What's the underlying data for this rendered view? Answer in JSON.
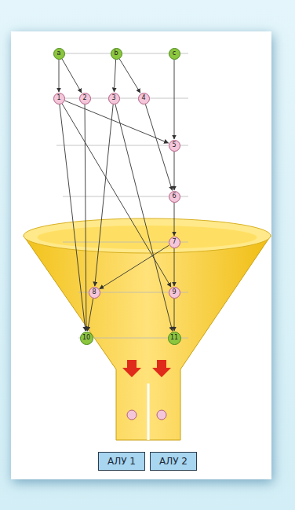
{
  "diagram": {
    "nodes": [
      {
        "text": [
          "a"
        ]
      },
      {
        "text": [
          "b"
        ]
      },
      {
        "text": [
          "c"
        ]
      },
      {
        "text": [
          "1"
        ]
      },
      {
        "text": [
          "2"
        ]
      },
      {
        "text": [
          "3"
        ]
      },
      {
        "text": [
          "4"
        ]
      },
      {
        "text": [
          "5"
        ]
      },
      {
        "text": [
          "6"
        ]
      },
      {
        "text": [
          "7"
        ]
      },
      {
        "text": [
          "8"
        ]
      },
      {
        "text": [
          "9"
        ]
      },
      {
        "text": [
          "10"
        ]
      },
      {
        "text": [
          "11"
        ]
      },
      {
        "text": [
          "АЛУ 1"
        ]
      },
      {
        "text": [
          "АЛУ 2"
        ]
      }
    ],
    "edges": [
      {
        "from": 0,
        "to": 3,
        "arrow": "to"
      },
      {
        "from": 0,
        "to": 4,
        "arrow": "to"
      },
      {
        "from": 1,
        "to": 5,
        "arrow": "to"
      },
      {
        "from": 1,
        "to": 6,
        "arrow": "to"
      },
      {
        "from": 2,
        "to": 7,
        "arrow": "to"
      },
      {
        "from": 3,
        "to": 7,
        "arrow": "to"
      },
      {
        "from": 3,
        "to": 12,
        "arrow": "to"
      },
      {
        "from": 3,
        "to": 11,
        "arrow": "to"
      },
      {
        "from": 4,
        "to": 12,
        "arrow": "to"
      },
      {
        "from": 5,
        "to": 10,
        "arrow": "to"
      },
      {
        "from": 5,
        "to": 13,
        "arrow": "to"
      },
      {
        "from": 6,
        "to": 8,
        "arrow": "to"
      },
      {
        "from": 7,
        "to": 8,
        "arrow": "to"
      },
      {
        "from": 8,
        "to": 9,
        "arrow": "to"
      },
      {
        "from": 9,
        "to": 10,
        "arrow": "to"
      },
      {
        "from": 9,
        "to": 11,
        "arrow": "to"
      },
      {
        "from": 10,
        "to": 12,
        "arrow": "to"
      },
      {
        "from": 11,
        "to": 13,
        "arrow": "to"
      }
    ]
  }
}
